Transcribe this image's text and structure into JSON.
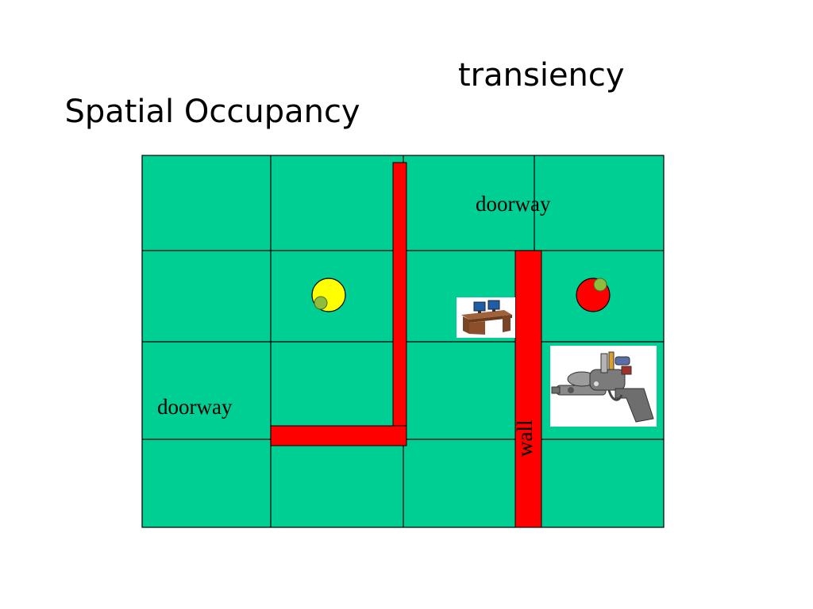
{
  "slide": {
    "title_left": "Spatial Occupancy",
    "title_right": "transiency"
  },
  "floorplan": {
    "floor_color": "#00cf94",
    "wall_color": "#ff0000",
    "labels": {
      "doorway_top": "doorway",
      "doorway_left": "doorway",
      "wall": "wall"
    },
    "occupants": [
      {
        "icon": "yellow-occupant-icon",
        "color": "#ffff00",
        "marker_color": "#8fbc3c"
      },
      {
        "icon": "red-occupant-icon",
        "color": "#ff0000",
        "marker_color": "#8fbc3c"
      }
    ],
    "objects": [
      "desk-with-computers-icon",
      "ray-gun-icon"
    ]
  }
}
